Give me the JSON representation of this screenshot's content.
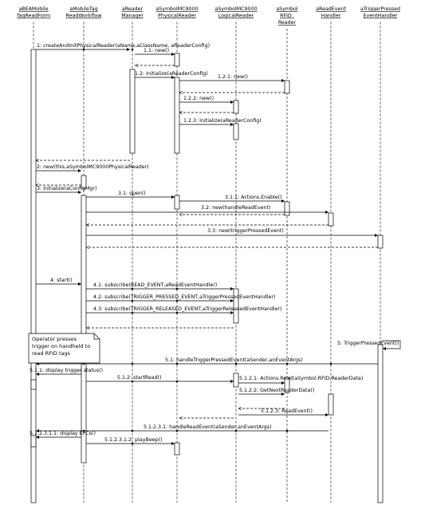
{
  "lifelines": [
    {
      "id": "L0",
      "title": [
        "aBEAMobile",
        "TagReadForm"
      ]
    },
    {
      "id": "L1",
      "title": [
        "aMobileTag",
        "ReadWorkflow"
      ]
    },
    {
      "id": "L2",
      "title": [
        "aReader",
        "Manager"
      ]
    },
    {
      "id": "L3",
      "title": [
        "aSymbolMC9000",
        "PhysicalReader"
      ]
    },
    {
      "id": "L4",
      "title": [
        "aSymbolMC9000",
        "LogicalReader"
      ]
    },
    {
      "id": "L5",
      "title": [
        "aSymbol",
        "RFID_",
        "Reader"
      ]
    },
    {
      "id": "L6",
      "title": [
        "aReadEvent",
        "Handler"
      ]
    },
    {
      "id": "L7",
      "title": [
        "aTriggerPressed",
        "EventHandler"
      ]
    }
  ],
  "messages": [
    {
      "label": "1: createAndInitPhysicalReader(aName,aClassName, aReaderConfig)"
    },
    {
      "label": "1.1: new()"
    },
    {
      "label": "1.2: Initialize(aReaderConfig)"
    },
    {
      "label": "1.2.1: new()"
    },
    {
      "label": "1.2.2: new()"
    },
    {
      "label": "1.2.3: Initialize(aReaderConfig)"
    },
    {
      "label": "2: new(this,aSymbolMC9000PhysicalReader)"
    },
    {
      "label": "3: Initialize(aConfigMgr)"
    },
    {
      "label": "3.1: open()"
    },
    {
      "label": "3.1.1: Actions.Enable()"
    },
    {
      "label": "3.2: new(handleReadEvent)"
    },
    {
      "label": "3.3: new(triggerPressedEvent)"
    },
    {
      "label": "4: start()"
    },
    {
      "label": "4.1: subscribe(READ_EVENT,aReadEventHandler)"
    },
    {
      "label": "4.2: subscribe(TRIGGER_PRESSED_EVENT,aTriggerPressedEventHandler)"
    },
    {
      "label": "4.3: subscribe(TRIGGER_RELEASED_EVENT,aTriggerReleasedEventHandler)"
    },
    {
      "label": "5: TriggerPressedEvent()"
    },
    {
      "label": "5.1: handleTriggerPressedEvent(aSender,anEventArgs)"
    },
    {
      "label": "5.1.1: display trigger status()"
    },
    {
      "label": "5.1.2: startRead()"
    },
    {
      "label": "5.1.2.1: Actions.Read(aSymbol.RFID.ReaderData)"
    },
    {
      "label": "5.1.2.2: GetNextReaderData()"
    },
    {
      "label": "5.1.2.3: ReadEvent()"
    },
    {
      "label": "5.1.2.3.1: handleReadEvent(aSender,anEventArgs)"
    },
    {
      "label": "5.1.2.3.1.1: display EPCs()"
    },
    {
      "label": "5.1.2.3.1.2: playBeep()"
    }
  ],
  "note": {
    "lines": [
      "Operator presses",
      "trigger on handheld to",
      "read RFID tags"
    ]
  }
}
